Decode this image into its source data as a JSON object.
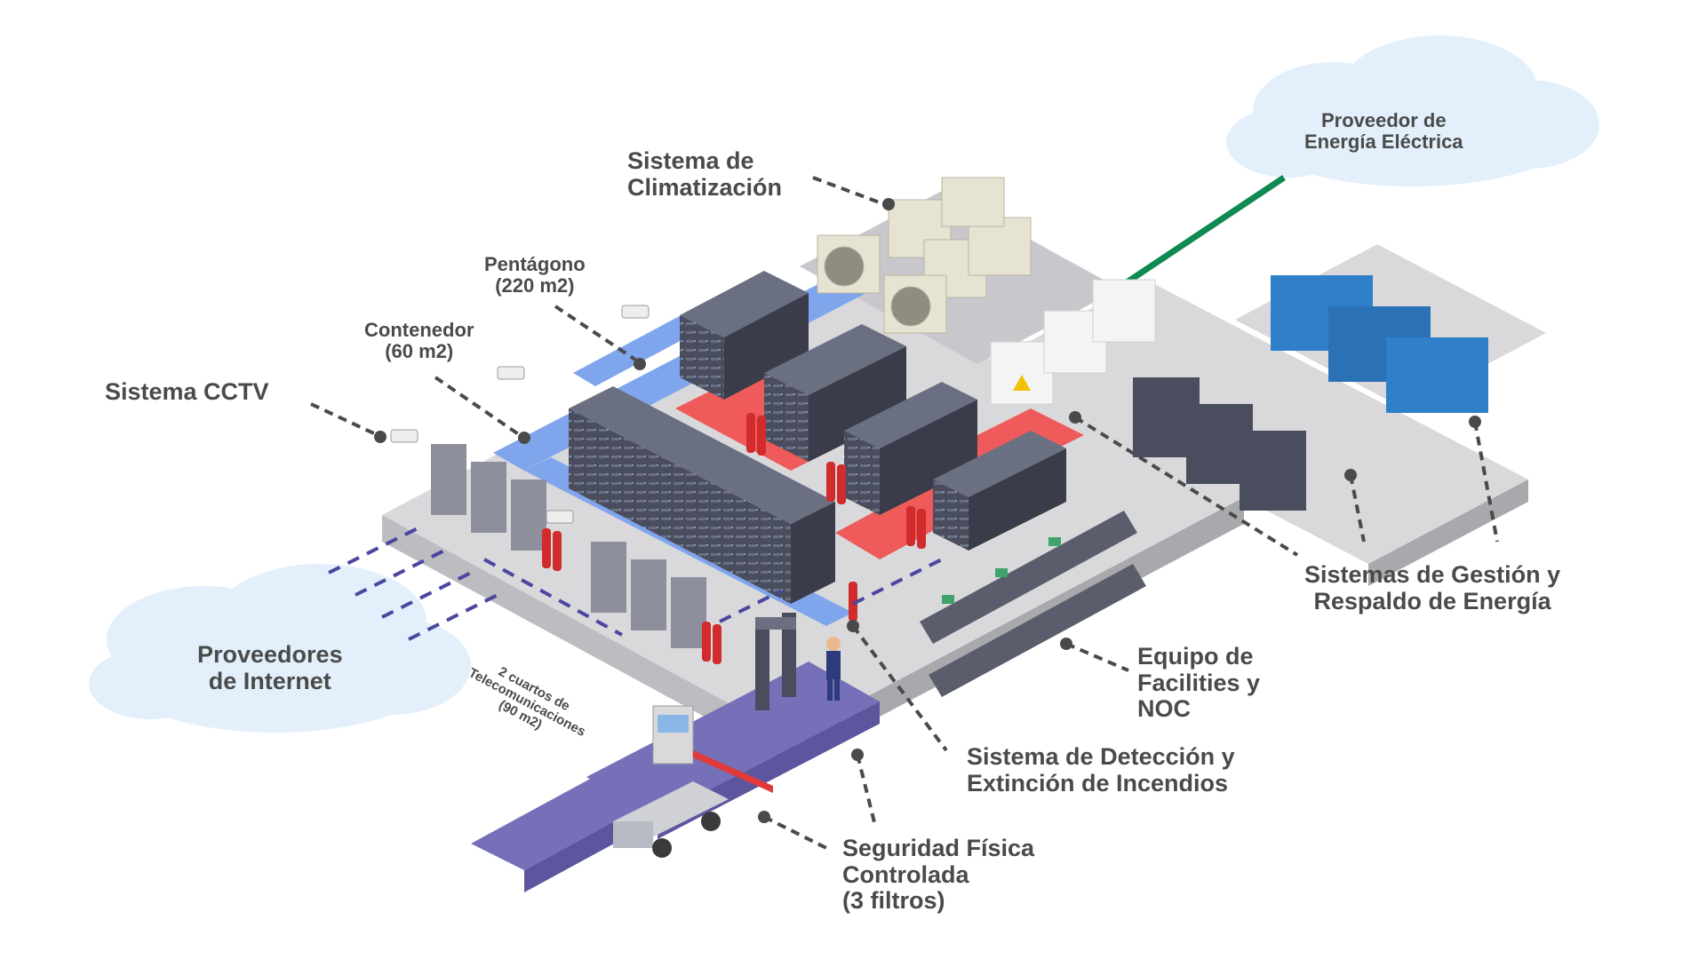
{
  "labels": {
    "climatizacion": [
      "Sistema de",
      "Climatización"
    ],
    "proveedor_energia": [
      "Proveedor de",
      "Energía Eléctrica"
    ],
    "pentagono": [
      "Pentágono",
      "(220 m2)"
    ],
    "contenedor": [
      "Contenedor",
      "(60 m2)"
    ],
    "cctv": "Sistema CCTV",
    "proveedores_internet": [
      "Proveedores",
      "de Internet"
    ],
    "telecom_rooms": [
      "2 cuartos de",
      "Telecomunicaciones",
      "(90 m2)"
    ],
    "gestion_energia": [
      "Sistemas de Gestión y",
      "Respaldo de Energía"
    ],
    "facilities_noc": [
      "Equipo de",
      "Facilities y",
      "NOC"
    ],
    "incendios": [
      "Sistema de Detección y",
      "Extinción de Incendios"
    ],
    "seguridad": [
      "Seguridad Física",
      "Controlada",
      "(3 filtros)"
    ]
  },
  "colors": {
    "text": "#4a4a4a",
    "platform": "#d9d9db",
    "platform_side": "#a9a9ad",
    "corridor_blue": "#7fa6ec",
    "red_zone": "#ef5a5a",
    "security_purple": "#7670b8",
    "rack": "#4a4d5e",
    "generator": "#2f7fc9",
    "hvac": "#e7e3d3",
    "power_line": "#0e8a52",
    "cloud": "#e3f0fb"
  },
  "icons": [
    "hvac-unit-icon",
    "server-rack-icon",
    "fire-extinguisher-icon",
    "cctv-camera-icon",
    "generator-icon",
    "battery-bank-icon",
    "transformer-icon",
    "security-guard-icon",
    "metal-detector-icon",
    "pickup-truck-icon",
    "guard-booth-icon",
    "barrier-gate-icon",
    "cloud-icon",
    "operator-console-icon"
  ]
}
